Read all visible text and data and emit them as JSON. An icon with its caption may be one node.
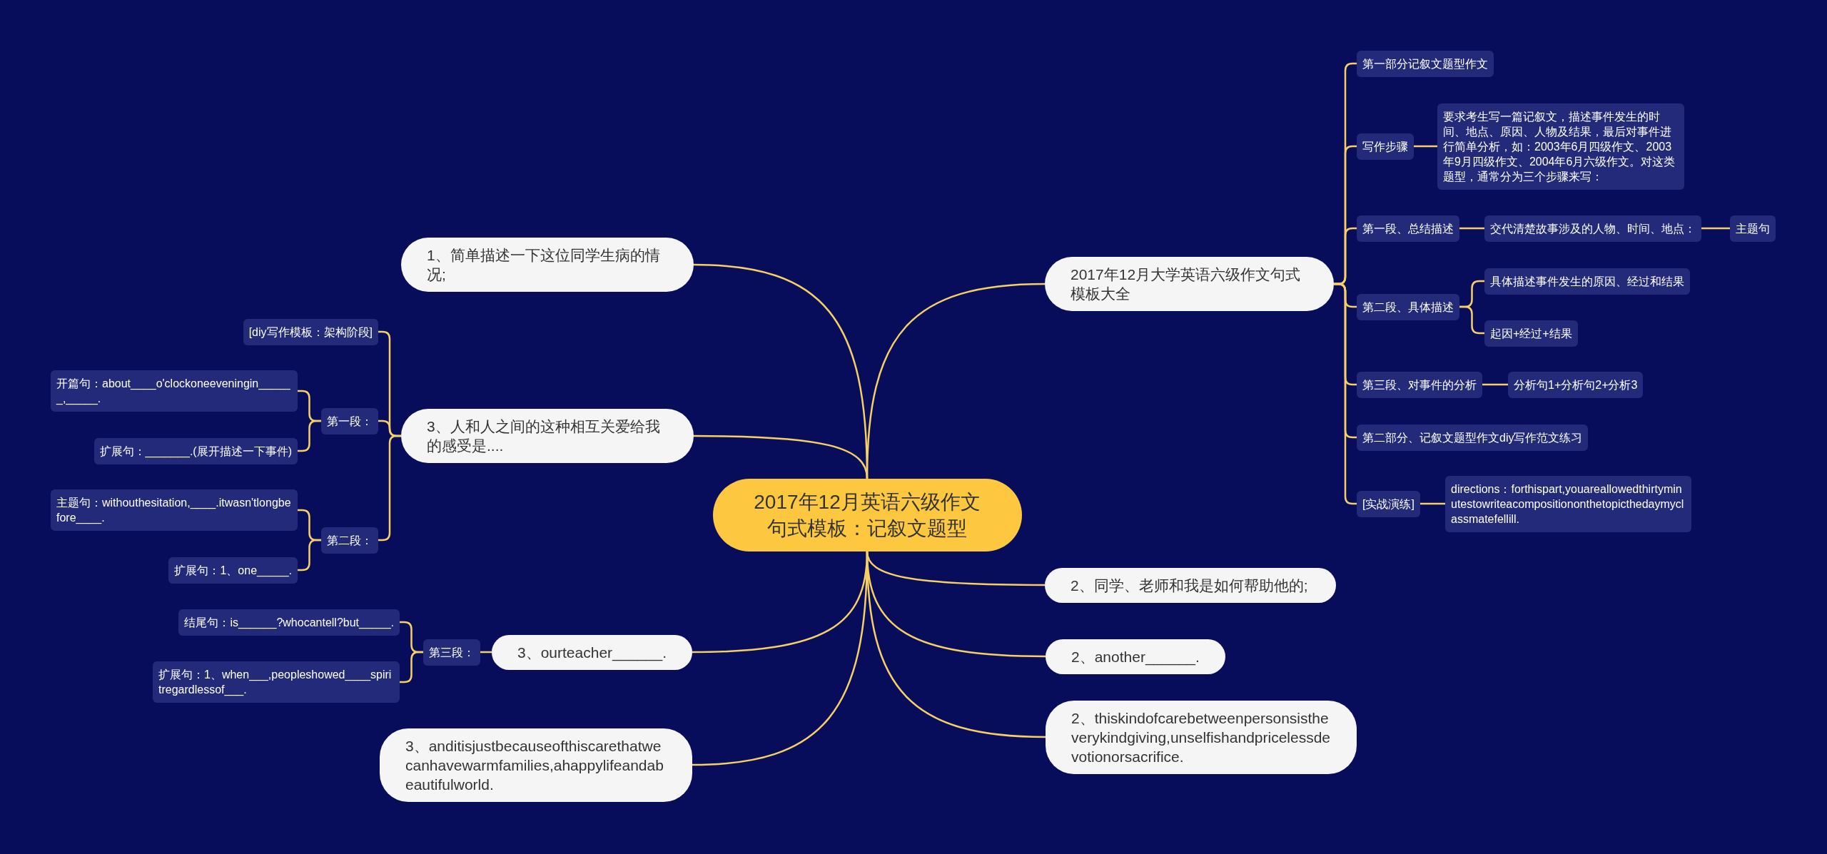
{
  "diagram": {
    "nodes": [
      {
        "text": [
          "2017年12月英语六级作文句式模板：记叙文题型"
        ]
      },
      {
        "text": [
          "2017年12月大学英语六级作文句式模板大全"
        ]
      },
      {
        "text": [
          "第一部分记叙文题型作文"
        ]
      },
      {
        "text": [
          "写作步骤"
        ]
      },
      {
        "text": [
          "要求考生写一篇记叙文，描述事件发生的时间、地点、原因、人物及结果，最后对事件进行简单分析，如：2003年6月四级作文、2003年9月四级作文、2004年6月六级作文。对这类题型，通常分为三个步骤来写："
        ]
      },
      {
        "text": [
          "第一段、总结描述"
        ]
      },
      {
        "text": [
          "交代清楚故事涉及的人物、时间、地点："
        ]
      },
      {
        "text": [
          "主题句"
        ]
      },
      {
        "text": [
          "第二段、具体描述"
        ]
      },
      {
        "text": [
          "具体描述事件发生的原因、经过和结果"
        ]
      },
      {
        "text": [
          "起因+经过+结果"
        ]
      },
      {
        "text": [
          "第三段、对事件的分析"
        ]
      },
      {
        "text": [
          "分析句1+分析句2+分析3"
        ]
      },
      {
        "text": [
          "第二部分、记叙文题型作文diy写作范文练习"
        ]
      },
      {
        "text": [
          "[实战演练]"
        ]
      },
      {
        "text": [
          "directions：forthispart,youareallowedthirtyminutestowriteacompositiononthetopicthedaymyclassmatefellill."
        ]
      },
      {
        "text": [
          "2、同学、老师和我是如何帮助他的;"
        ]
      },
      {
        "text": [
          "2、another______."
        ]
      },
      {
        "text": [
          "2、thiskindofcarebetweenpersonsistheverykindgiving,unselfishandpricelessdevotionorsacrifice."
        ]
      },
      {
        "text": [
          "1、简单描述一下这位同学生病的情况;"
        ]
      },
      {
        "text": [
          "3、人和人之间的这种相互关爱给我的感受是...."
        ]
      },
      {
        "text": [
          "[diy写作模板：架构阶段]"
        ]
      },
      {
        "text": [
          "第一段："
        ]
      },
      {
        "text": [
          "开篇句：about____o'clockoneeveningin______,_____."
        ]
      },
      {
        "text": [
          "扩展句：_______.(展开描述一下事件)"
        ]
      },
      {
        "text": [
          "第二段："
        ]
      },
      {
        "text": [
          "主题句：withouthesitation,____.itwasn'tlongbefore____."
        ]
      },
      {
        "text": [
          "扩展句：1、one_____."
        ]
      },
      {
        "text": [
          "3、ourteacher______."
        ]
      },
      {
        "text": [
          "第三段："
        ]
      },
      {
        "text": [
          "结尾句：is______?whocantell?but_____."
        ]
      },
      {
        "text": [
          "扩展句：1、when___,peopleshowed____spiritregardlessof___."
        ]
      },
      {
        "text": [
          "3、anditisjustbecauseofthiscarethatwecanhavewarmfamilies,ahappylifeandabeautifulworld."
        ]
      }
    ],
    "edges": [
      {
        "from": 0,
        "to": 1,
        "arrow": "none"
      },
      {
        "from": 1,
        "to": 2,
        "arrow": "none"
      },
      {
        "from": 1,
        "to": 3,
        "arrow": "none"
      },
      {
        "from": 3,
        "to": 4,
        "arrow": "none"
      },
      {
        "from": 1,
        "to": 5,
        "arrow": "none"
      },
      {
        "from": 5,
        "to": 6,
        "arrow": "none"
      },
      {
        "from": 6,
        "to": 7,
        "arrow": "none"
      },
      {
        "from": 1,
        "to": 8,
        "arrow": "none"
      },
      {
        "from": 8,
        "to": 9,
        "arrow": "none"
      },
      {
        "from": 8,
        "to": 10,
        "arrow": "none"
      },
      {
        "from": 1,
        "to": 11,
        "arrow": "none"
      },
      {
        "from": 11,
        "to": 12,
        "arrow": "none"
      },
      {
        "from": 1,
        "to": 13,
        "arrow": "none"
      },
      {
        "from": 1,
        "to": 14,
        "arrow": "none"
      },
      {
        "from": 14,
        "to": 15,
        "arrow": "none"
      },
      {
        "from": 0,
        "to": 16,
        "arrow": "none"
      },
      {
        "from": 0,
        "to": 17,
        "arrow": "none"
      },
      {
        "from": 0,
        "to": 18,
        "arrow": "none"
      },
      {
        "from": 0,
        "to": 19,
        "arrow": "none"
      },
      {
        "from": 0,
        "to": 20,
        "arrow": "none"
      },
      {
        "from": 20,
        "to": 21,
        "arrow": "none"
      },
      {
        "from": 20,
        "to": 22,
        "arrow": "none"
      },
      {
        "from": 22,
        "to": 23,
        "arrow": "none"
      },
      {
        "from": 22,
        "to": 24,
        "arrow": "none"
      },
      {
        "from": 20,
        "to": 25,
        "arrow": "none"
      },
      {
        "from": 25,
        "to": 26,
        "arrow": "none"
      },
      {
        "from": 25,
        "to": 27,
        "arrow": "none"
      },
      {
        "from": 0,
        "to": 28,
        "arrow": "none"
      },
      {
        "from": 28,
        "to": 29,
        "arrow": "none"
      },
      {
        "from": 29,
        "to": 30,
        "arrow": "none"
      },
      {
        "from": 29,
        "to": 31,
        "arrow": "none"
      },
      {
        "from": 0,
        "to": 32,
        "arrow": "none"
      }
    ]
  }
}
